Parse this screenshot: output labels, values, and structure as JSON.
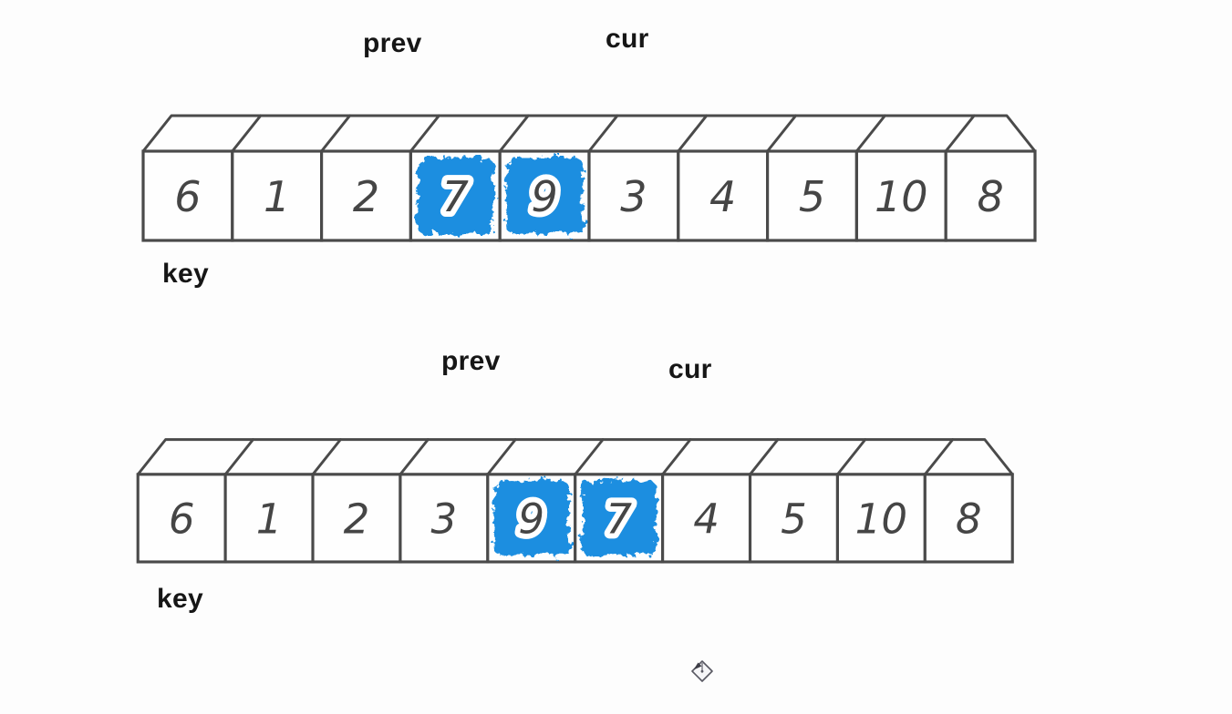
{
  "colors": {
    "background": "#fdfdfd",
    "box_outline": "#4a4a4a",
    "digit": "#454545",
    "label": "#161616",
    "highlight_blue": "#1a8ee0"
  },
  "step1": {
    "prev_label": "prev",
    "cur_label": "cur",
    "key_label": "key"
  },
  "step2": {
    "prev_label": "prev",
    "cur_label": "cur",
    "key_label": "key"
  },
  "arrays": [
    {
      "cells": [
        "6",
        "1",
        "2",
        "7",
        "9",
        "3",
        "4",
        "5",
        "10",
        "8"
      ],
      "highlighted_indexes": [
        3,
        4
      ]
    },
    {
      "cells": [
        "6",
        "1",
        "2",
        "3",
        "9",
        "7",
        "4",
        "5",
        "10",
        "8"
      ],
      "highlighted_indexes": [
        4,
        5
      ]
    }
  ],
  "cursor": {
    "icon": "ink-annotation-cursor"
  }
}
